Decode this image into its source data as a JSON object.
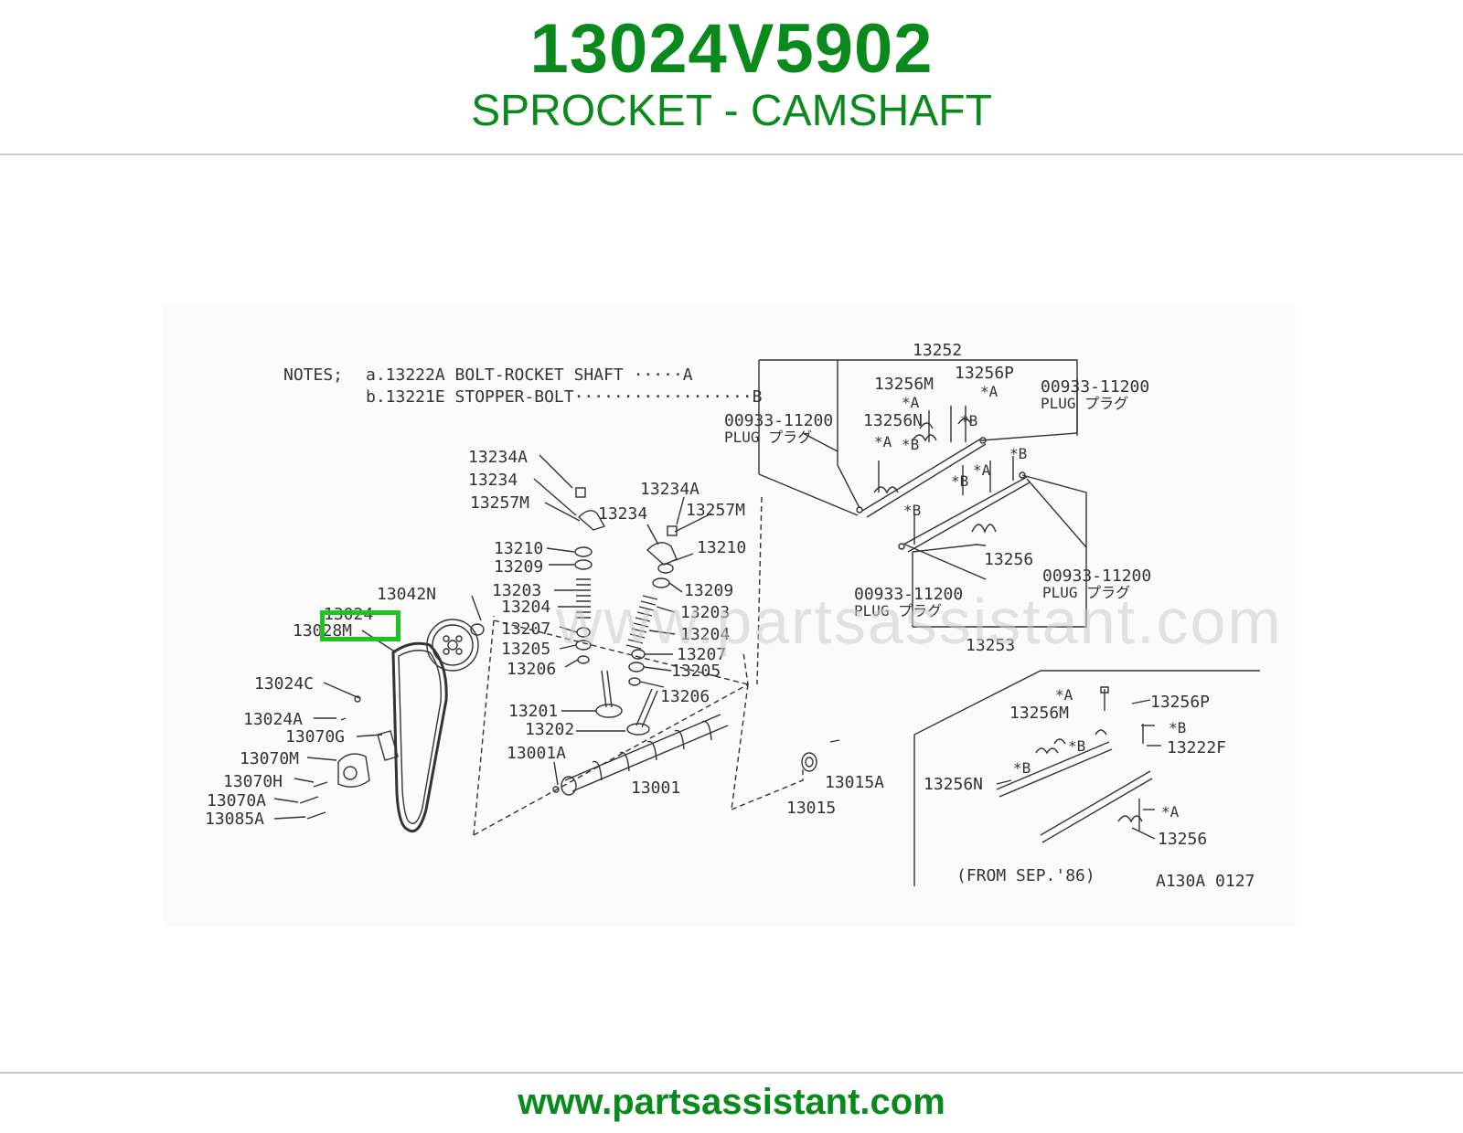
{
  "header": {
    "part_number": "13024V5902",
    "part_name": "SPROCKET - CAMSHAFT"
  },
  "footer": {
    "url": "www.partsassistant.com"
  },
  "colors": {
    "brand_green": "#0a8a1c",
    "highlight_green": "#1fc41f"
  },
  "diagram": {
    "watermark": "www.partsassistant.com",
    "highlighted_part": "13024",
    "notes": {
      "heading": "NOTES;",
      "line_a": "a.13222A BOLT-ROCKET SHAFT ·····A",
      "line_b": "b.13221E STOPPER-BOLT··················B"
    },
    "footer_note": "(FROM SEP.'86)",
    "drawing_code": "A130A 0127",
    "callouts": {
      "c13252": "13252",
      "c13256M": "13256M",
      "c13256P": "13256P",
      "plug_top_right_num": "00933-11200",
      "plug_top_right_txt": "PLUG プラグ",
      "plug_top_left_num": "00933-11200",
      "plug_top_left_txt": "PLUG プラグ",
      "c13256N": "13256N",
      "c13256": "13256",
      "plug_mid_right_num": "00933-11200",
      "plug_mid_right_txt": "PLUG プラグ",
      "plug_mid_left_num": "00933-11200",
      "plug_mid_left_txt": "PLUG プラグ",
      "c13253": "13253",
      "c13234A_l": "13234A",
      "c13234_l": "13234",
      "c13257M_l": "13257M",
      "c13234A_r": "13234A",
      "c13234_r": "13234",
      "c13257M_r": "13257M",
      "c13210_l": "13210",
      "c13209_l": "13209",
      "c13210_r": "13210",
      "c13203_l": "13203",
      "c13204_l": "13204",
      "c13209_r": "13209",
      "c13203_r": "13203",
      "c13207_l": "13207",
      "c13204_r": "13204",
      "c13205_l": "13205",
      "c13207_r": "13207",
      "c13206_l": "13206",
      "c13205_r": "13205",
      "c13206_r": "13206",
      "c13201": "13201",
      "c13202": "13202",
      "c13001A": "13001A",
      "c13001": "13001",
      "c13042N": "13042N",
      "c13024": "13024",
      "c13028M": "13028M",
      "c13024C": "13024C",
      "c13024A": "13024A",
      "c13070G": "13070G",
      "c13070M": "13070M",
      "c13070H": "13070H",
      "c13070A": "13070A",
      "c13085A": "13085A",
      "c13015A": "13015A",
      "c13015": "13015",
      "inset_13256P": "13256P",
      "inset_13256M": "13256M",
      "inset_13222F": "13222F",
      "inset_13256N": "13256N",
      "inset_13256": "13256"
    },
    "markers": {
      "star_a": "*A",
      "star_b": "*B"
    }
  }
}
